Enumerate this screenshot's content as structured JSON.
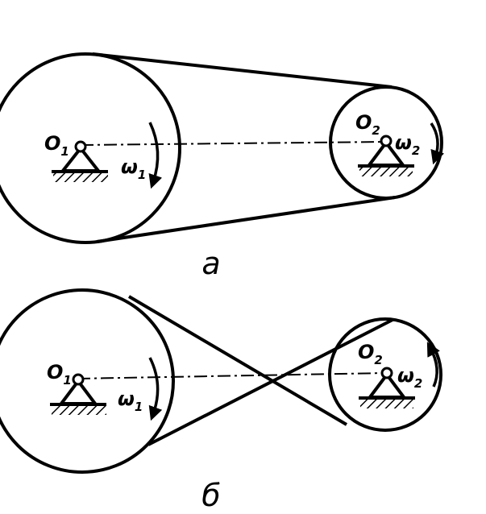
{
  "diagrams": [
    {
      "caption": "а",
      "driver": {
        "label": "O",
        "sub": "1",
        "omega": "ω",
        "omega_sub": "1"
      },
      "driven": {
        "label": "O",
        "sub": "2",
        "omega": "ω",
        "omega_sub": "2"
      }
    },
    {
      "caption": "б",
      "driver": {
        "label": "O",
        "sub": "1",
        "omega": "ω",
        "omega_sub": "1"
      },
      "driven": {
        "label": "O",
        "sub": "2",
        "omega": "ω",
        "omega_sub": "2"
      }
    }
  ],
  "colors": {
    "ink": "#000000",
    "paper": "#ffffff"
  }
}
